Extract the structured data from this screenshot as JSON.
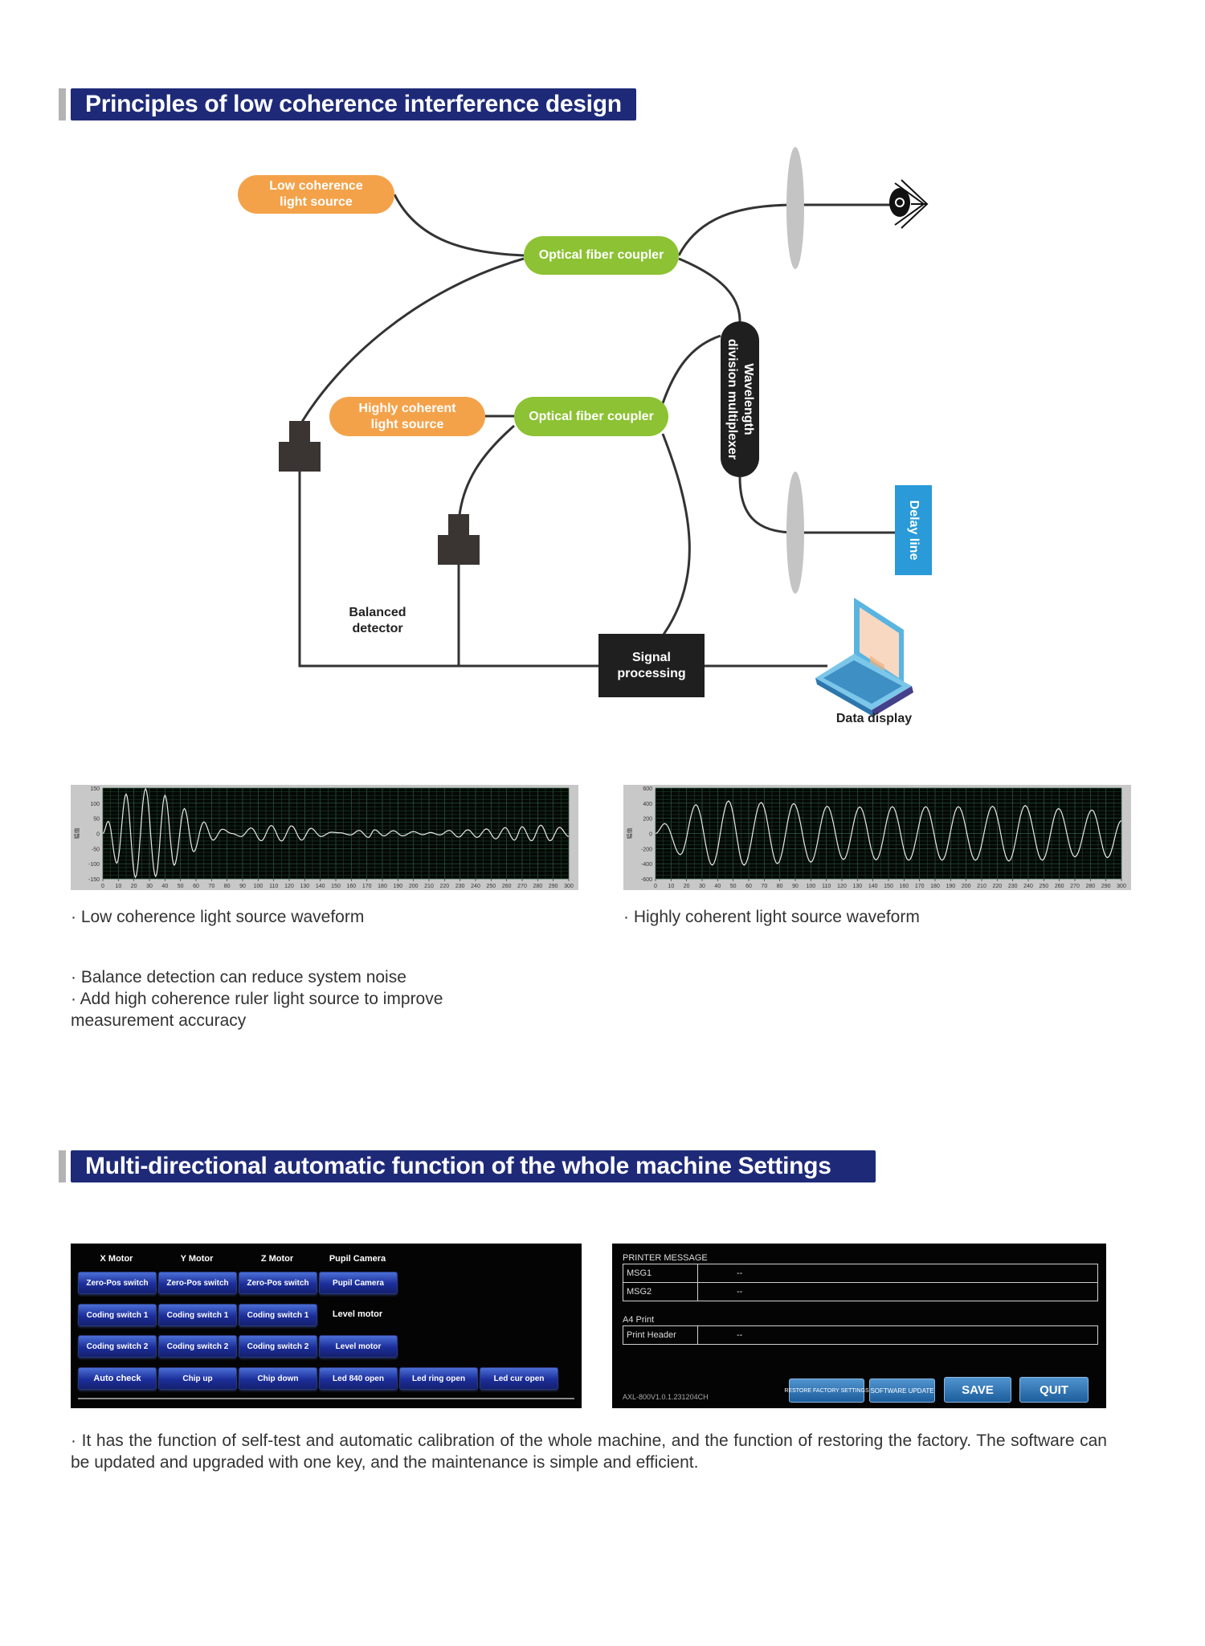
{
  "section1": {
    "heading": "Principles of low coherence interference design",
    "diagram": {
      "low_coherence_source": [
        "Low coherence",
        "light source"
      ],
      "coupler_top": "Optical fiber coupler",
      "highly_coherent_source": [
        "Highly coherent",
        "light source"
      ],
      "coupler_bottom": "Optical fiber coupler",
      "wdm": [
        "Wavelength",
        "division multiplexer"
      ],
      "delay_line": "Delay line",
      "balanced_detector": [
        "Balanced",
        "detector"
      ],
      "signal_processing": [
        "Signal",
        "processing"
      ],
      "data_display": "Data display",
      "icons": [
        "eye-icon",
        "lens-icon",
        "detector-icon",
        "laptop-icon"
      ],
      "colors": {
        "orange": "#f4a24a",
        "green": "#8cc233",
        "dark": "#1f1f1f",
        "blue": "#2a9ad8",
        "lens": "#c4c4c4"
      }
    },
    "captions": {
      "left": "· Low coherence light source waveform",
      "right": "· Highly coherent light source waveform"
    },
    "bullets": [
      "· Balance detection can reduce system noise",
      "· Add high coherence ruler light source to improve",
      "measurement accuracy"
    ]
  },
  "chart_data": [
    {
      "type": "line",
      "title": "",
      "xlabel": "",
      "ylabel": "幅值",
      "xlim": [
        0,
        300
      ],
      "ylim": [
        -150,
        150
      ],
      "xticks": [
        0,
        10,
        20,
        30,
        40,
        50,
        60,
        70,
        80,
        90,
        100,
        110,
        120,
        130,
        140,
        150,
        160,
        170,
        180,
        190,
        200,
        210,
        220,
        230,
        240,
        250,
        260,
        270,
        280,
        290,
        300
      ],
      "yticks": [
        150,
        100,
        50,
        0,
        -50,
        -100,
        -150
      ],
      "grid": true,
      "series": [
        {
          "name": "Low coherence light source waveform",
          "x": [
            0,
            3.5,
            9,
            15,
            21,
            27.5,
            34,
            40,
            46,
            52.5,
            58.5,
            65,
            71,
            77,
            83,
            89,
            95.5,
            102,
            108.5,
            115,
            121.5,
            128,
            134,
            140.5,
            147,
            153,
            159.5,
            165,
            171,
            175,
            181,
            187,
            193,
            200,
            206,
            211,
            217,
            223,
            229,
            235,
            241,
            247,
            253,
            259,
            265,
            270,
            276,
            282,
            288,
            294,
            300
          ],
          "y": [
            0,
            40,
            -98,
            130,
            -145,
            148,
            -142,
            126,
            -105,
            82,
            -60,
            38,
            -22,
            14,
            0,
            -10,
            18,
            -24,
            26,
            -25,
            25,
            -22,
            17,
            -10,
            4,
            2,
            -5,
            10,
            -13,
            12,
            -8,
            9,
            -8,
            6,
            -4,
            3,
            -5,
            10,
            -12,
            12,
            -13,
            15,
            -18,
            19,
            -22,
            22,
            -24,
            27,
            -24,
            20,
            -10
          ]
        }
      ]
    },
    {
      "type": "line",
      "title": "",
      "xlabel": "",
      "ylabel": "幅值",
      "xlim": [
        0,
        300
      ],
      "ylim": [
        -600,
        600
      ],
      "xticks": [
        0,
        10,
        20,
        30,
        40,
        50,
        60,
        70,
        80,
        90,
        100,
        110,
        120,
        130,
        140,
        150,
        160,
        170,
        180,
        190,
        200,
        210,
        220,
        230,
        240,
        250,
        260,
        270,
        280,
        290,
        300
      ],
      "yticks": [
        600,
        400,
        200,
        0,
        -200,
        -400,
        -600
      ],
      "grid": true,
      "series": [
        {
          "name": "Highly coherent light source waveform",
          "x": [
            0,
            6,
            16,
            26,
            36.5,
            47,
            57,
            68,
            78.5,
            89,
            100,
            110.5,
            121,
            131.5,
            142,
            152.5,
            163,
            174,
            184.5,
            195,
            206,
            217,
            227.5,
            238,
            249,
            259.5,
            270,
            281,
            291,
            300
          ],
          "y": [
            0,
            130,
            -280,
            380,
            -420,
            430,
            -420,
            410,
            -400,
            395,
            -380,
            360,
            -345,
            350,
            -350,
            355,
            -355,
            355,
            -355,
            355,
            -355,
            360,
            -365,
            370,
            -355,
            330,
            -310,
            310,
            -320,
            170
          ]
        }
      ]
    }
  ],
  "section2": {
    "heading": "Multi-directional automatic function of the whole machine Settings",
    "motor_panel": {
      "column_headers": [
        "X Motor",
        "Y Motor",
        "Z Motor",
        "Pupil Camera"
      ],
      "rows": [
        [
          "Zero-Pos switch",
          "Zero-Pos switch",
          "Zero-Pos switch",
          "Pupil Camera"
        ],
        [
          "Coding switch 1",
          "Coding switch 1",
          "Coding switch 1"
        ],
        [
          "Coding switch 2",
          "Coding switch 2",
          "Coding switch 2",
          "Level motor"
        ],
        [
          "Auto check",
          "Chip up",
          "Chip down",
          "Led 840 open",
          "Led ring open",
          "Led cur open"
        ]
      ],
      "row2_label": "Level motor"
    },
    "printer_panel": {
      "printer_message_label": "PRINTER MESSAGE",
      "messages": [
        {
          "label": "MSG1",
          "value": "--"
        },
        {
          "label": "MSG2",
          "value": "--"
        }
      ],
      "a4_label": "A4 Print",
      "a4_rows": [
        {
          "label": "Print Header",
          "value": "--"
        }
      ],
      "version": "AXL-800V1.0.1.231204CH",
      "buttons": {
        "restore": "RESTORE FACTORY SETTINGS",
        "update": "SOFTWARE UPDATE",
        "save": "SAVE",
        "quit": "QUIT"
      }
    },
    "paragraph": "· It has the function of self-test and automatic calibration of the whole machine, and the function of restoring the factory. The software can be updated and upgraded with one key, and the maintenance is simple and efficient."
  }
}
